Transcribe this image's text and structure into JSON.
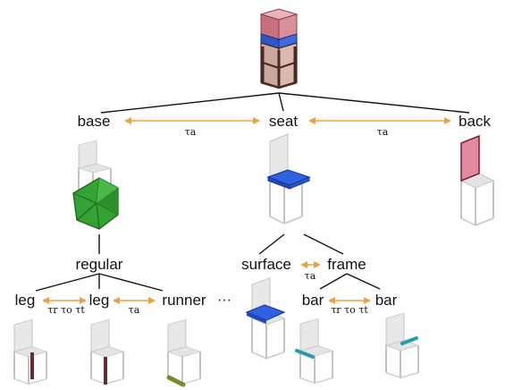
{
  "nodes": {
    "base": "base",
    "seat": "seat",
    "back": "back",
    "regular": "regular",
    "leg_1": "leg",
    "leg_2": "leg",
    "runner": "runner",
    "ellipsis": "···",
    "surface": "surface",
    "frame": "frame",
    "bar_1": "bar",
    "bar_2": "bar"
  },
  "relations": {
    "base_seat": "τa",
    "seat_back": "τa",
    "surface_frame": "τa",
    "leg_leg": "τr τo τt",
    "leg_runner": "τa",
    "bar_bar": "τr τo τt"
  },
  "colors": {
    "arrow": "#f0a040",
    "edge": "#111111",
    "chair_frame": "#b8b8b8",
    "seat_part": "#2f62e0",
    "back_part": "#e48aa0",
    "base_part": "#2e9e2e",
    "leg_part": "#6a2a32",
    "runner_part": "#7a8a2a",
    "bar_part": "#2a9ab0",
    "box_outline": "#4a2a20"
  },
  "icons": {
    "root": "chair-box-3d-icon",
    "base": "hexagon-base-icon",
    "seat": "chair-seat-highlight-icon",
    "back": "chair-back-highlight-icon"
  }
}
